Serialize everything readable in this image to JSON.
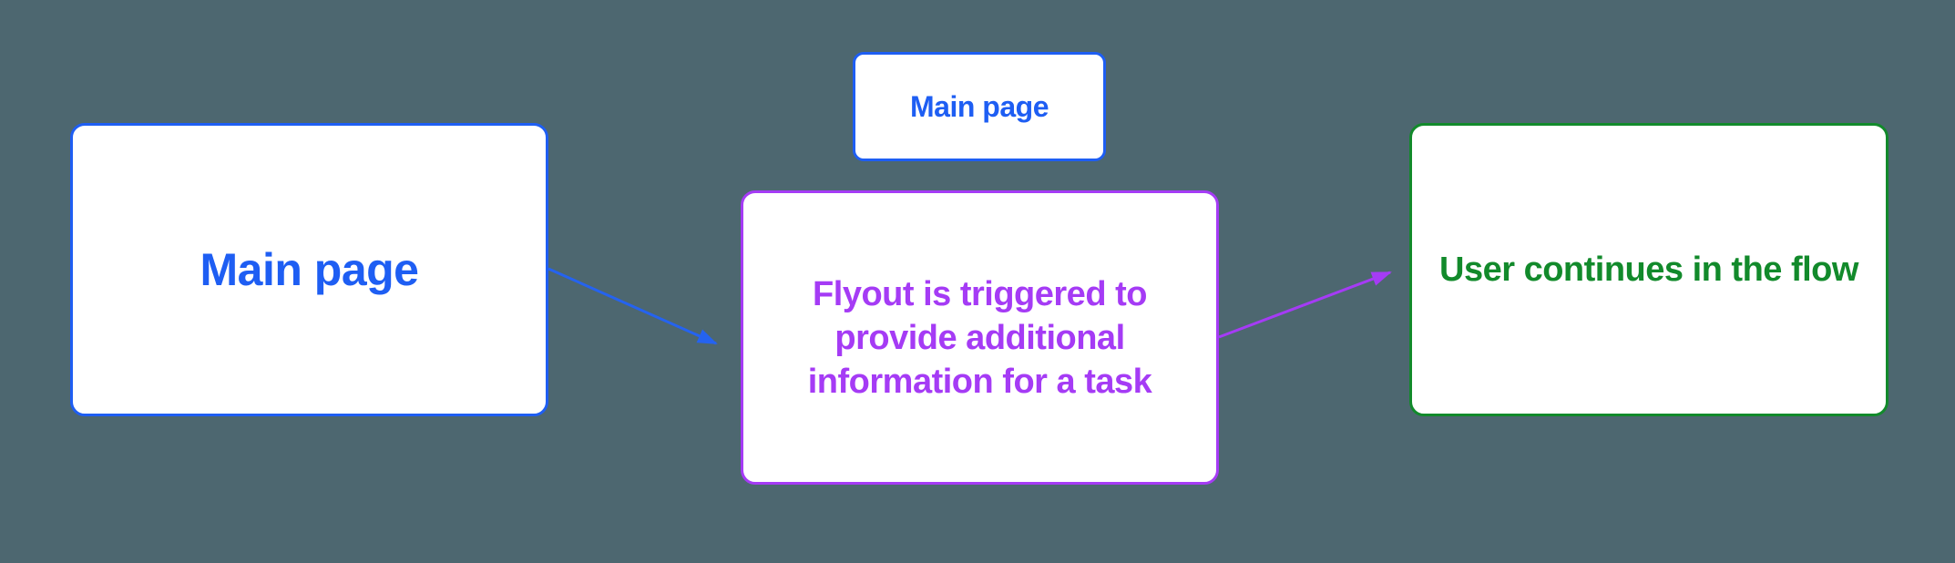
{
  "canvas": {
    "background_color": "#4D6770"
  },
  "flow": {
    "nodes": [
      {
        "id": "main-page",
        "label": "Main page",
        "color": "#1E5EF3",
        "border_color": "#1E5EF3"
      },
      {
        "id": "main-page-mini",
        "label": "Main page",
        "color": "#1E5EF3",
        "border_color": "#1E5EF3"
      },
      {
        "id": "flyout",
        "label": "Flyout is triggered to\nprovide additional\ninformation for a task",
        "color": "#A53BF5",
        "border_color": "#A53BF5"
      },
      {
        "id": "user-continues",
        "label": "User continues in the flow",
        "color": "#128A2B",
        "border_color": "#128A2B"
      }
    ],
    "edges": [
      {
        "id": "main-to-flyout",
        "from": "main-page",
        "to": "flyout",
        "color": "#2563F0"
      },
      {
        "id": "flyout-to-continue",
        "from": "flyout",
        "to": "user-continues",
        "color": "#A53BF5"
      }
    ]
  }
}
